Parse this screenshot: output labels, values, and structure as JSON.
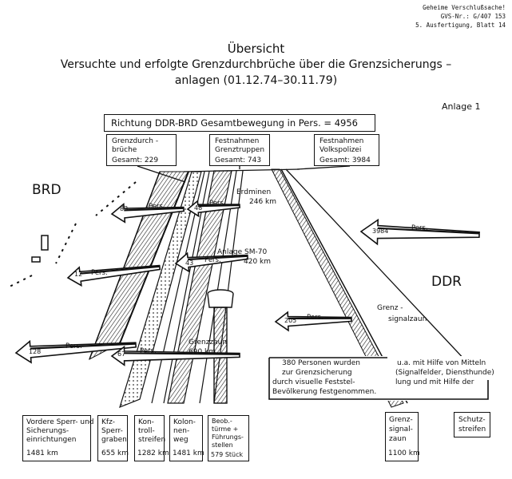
{
  "stamp": {
    "line1": "Geheime Verschlußsache!",
    "line2": "GVS-Nr.: G/407 153",
    "line3": "5. Ausfertigung, Blatt 14"
  },
  "title": {
    "main": "Übersicht",
    "line1": "Versuchte und erfolgte Grenzdurchbrüche über die Grenzsicherungs –",
    "line2": "anlagen (01.12.74–30.11.79)"
  },
  "anlage": "Anlage 1",
  "header_box": "Richtung DDR-BRD Gesamtbewegung in Pers. = 4956",
  "summary_boxes": [
    {
      "line1": "Grenzdurch -",
      "line2": "brüche",
      "total": "Gesamt: 229"
    },
    {
      "line1": "Festnahmen",
      "line2": "Grenztruppen",
      "total": "Gesamt: 743"
    },
    {
      "line1": "Festnahmen",
      "line2": "Volkspolizei",
      "total": "Gesamt: 3984"
    }
  ],
  "side_labels": {
    "left": "BRD",
    "right": "DDR"
  },
  "barriers": {
    "erdminen": {
      "name": "Erdminen",
      "length": "246 km"
    },
    "sm70": {
      "name": "Anlage SM-70",
      "length": "420 km"
    },
    "grenzzaun": {
      "name": "Grenzzaun",
      "length": "690 km"
    },
    "signalzaun": {
      "line1": "Grenz -",
      "line2": "signalzaun"
    }
  },
  "arrows": [
    {
      "count": "83",
      "unit": "Pers."
    },
    {
      "count": "48",
      "unit": "Pers."
    },
    {
      "count": "12",
      "unit": "Pers."
    },
    {
      "count": "43",
      "unit": "Pers."
    },
    {
      "count": "128",
      "unit": "Pers."
    },
    {
      "count": "67",
      "unit": "Pers."
    },
    {
      "count": "3984",
      "unit": "Pers."
    },
    {
      "count": "205",
      "unit": "Pers."
    }
  ],
  "note_box": {
    "lines": [
      "380 Personen wurden",
      "zur Grenzsicherung",
      "durch visuelle Feststel-",
      "Bevölkerung festgenommen."
    ],
    "right_lines": [
      "u.a. mit Hilfe von Mitteln",
      "(Signalfelder, Diensthunde)",
      "lung und mit Hilfe   der"
    ]
  },
  "bottom_boxes": [
    {
      "lines": [
        "Vordere Sperr- und",
        "Sicherungs-",
        "einrichtungen"
      ],
      "length": "1481 km"
    },
    {
      "lines": [
        "Kfz-",
        "Sperr-",
        "graben"
      ],
      "length": "655 km"
    },
    {
      "lines": [
        "Kon-",
        "troll-",
        "streifen"
      ],
      "length": "1282 km"
    },
    {
      "lines": [
        "Kolon-",
        "nen-",
        "weg"
      ],
      "length": "1481 km"
    },
    {
      "lines": [
        "Beob.-",
        "türme +",
        "Führungs-",
        "stellen"
      ],
      "length": "579 Stück"
    },
    {
      "lines": [
        "Grenz-",
        "signal-",
        "zaun"
      ],
      "length": "1100 km"
    },
    {
      "lines": [
        "Schutz-",
        "streifen"
      ],
      "length": ""
    }
  ]
}
